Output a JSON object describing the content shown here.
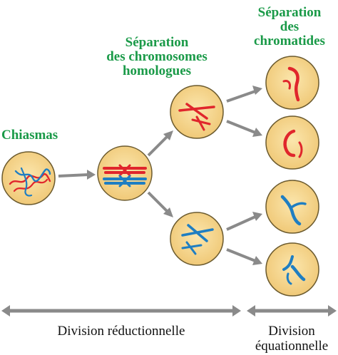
{
  "labels": {
    "chiasmas": "Chiasmas",
    "homologues_line1": "Séparation",
    "homologues_line2": "des chromosomes",
    "homologues_line3": "homologues",
    "chromatides_line1": "Séparation",
    "chromatides_line2": "des",
    "chromatides_line3": "chromatides",
    "division_reductionnelle": "Division réductionnelle",
    "division_equationnelle_line1": "Division",
    "division_equationnelle_line2": "équationnelle"
  },
  "colors": {
    "cell_fill": "#f6d78e",
    "cell_stroke": "#6b5a2e",
    "chromosome_red": "#e0262c",
    "chromosome_blue": "#1f7ec2",
    "arrow_gray": "#8a8a8a",
    "label_green": "#1a9a48"
  }
}
